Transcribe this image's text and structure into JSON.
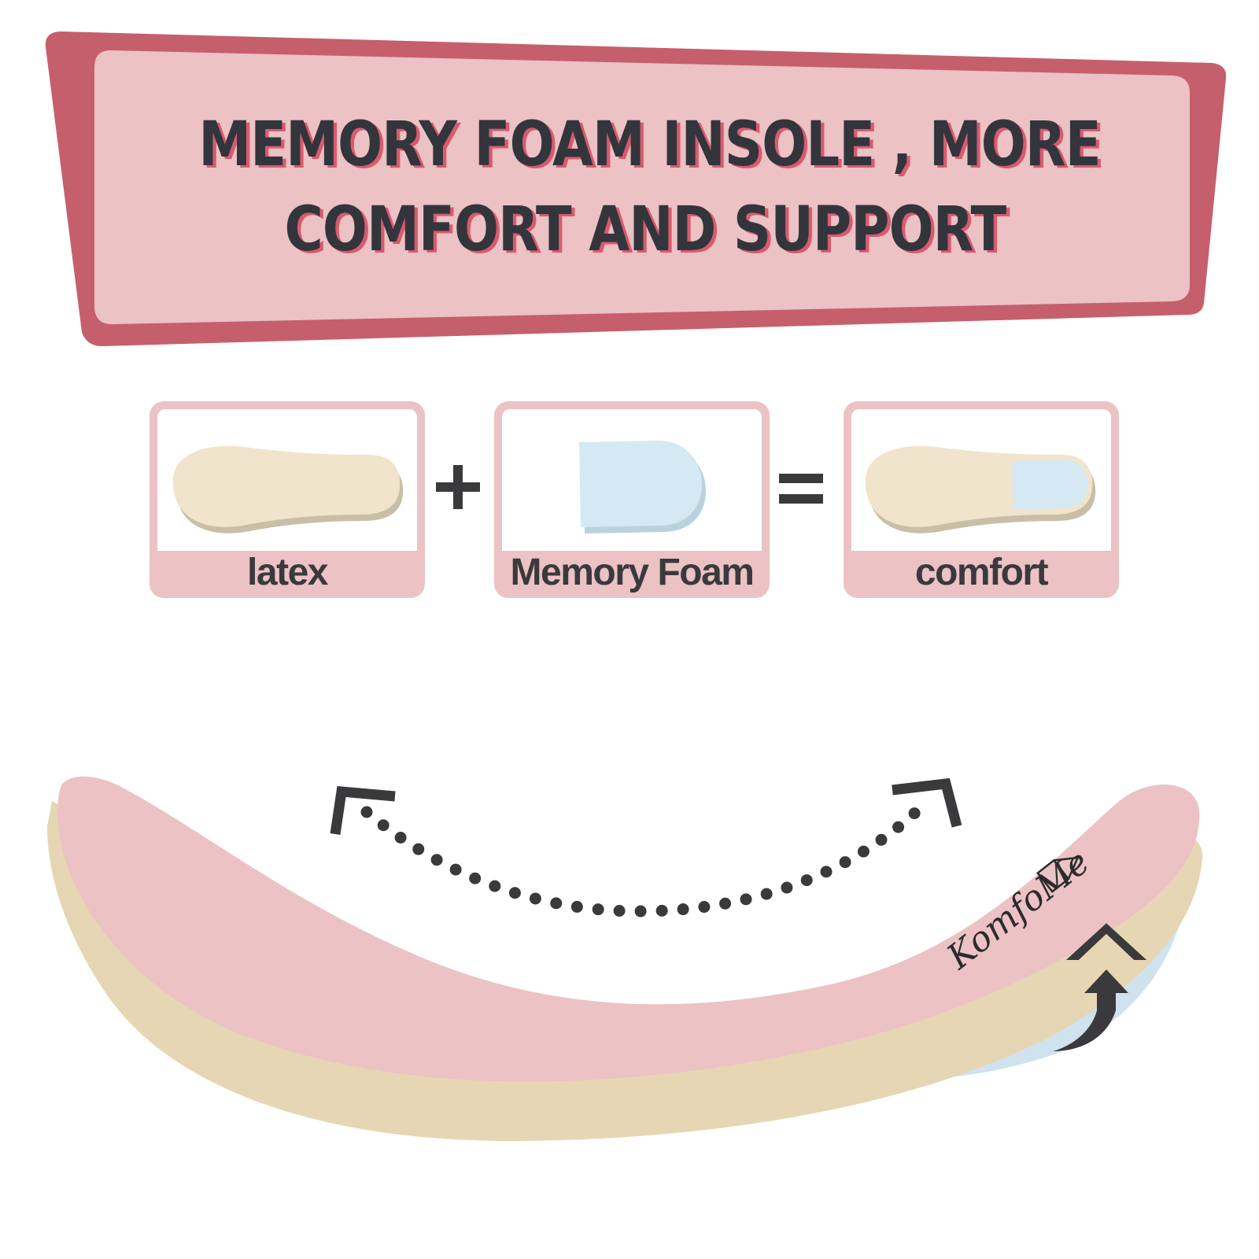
{
  "headline": {
    "line1": "MEMORY FOAM INSOLE , MORE",
    "line2": "COMFORT AND SUPPORT"
  },
  "equation": {
    "items": [
      {
        "label": "latex"
      },
      {
        "label": "Memory Foam"
      },
      {
        "label": "comfort"
      }
    ],
    "plus_symbol": "+",
    "equals_symbol": "="
  },
  "brand": {
    "logo_text": "KomfoMe"
  },
  "colors": {
    "banner_outer": "#c65f6c",
    "banner_inner": "#ecc2c4",
    "card_pink": "#ecc2c4",
    "latex_cream": "#f0e4cc",
    "foam_blue": "#d4e9f3",
    "insole_pink": "#ecc2c4",
    "text_dark": "#3a3a3c",
    "headline_shadow": "#d95a6e"
  },
  "icons": [
    "flex-arrow-icon",
    "upward-curved-arrow-icon"
  ]
}
